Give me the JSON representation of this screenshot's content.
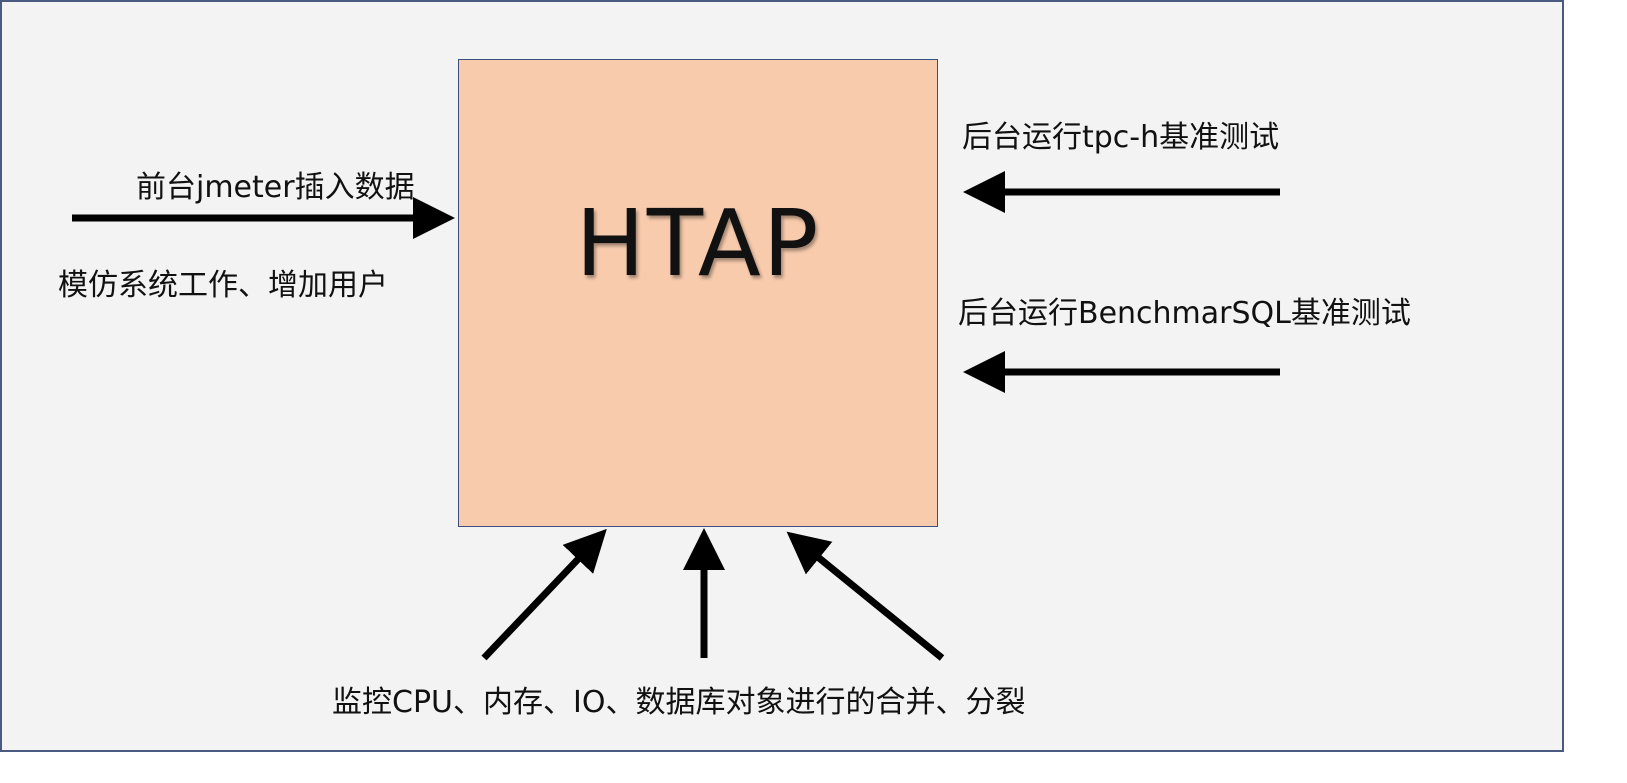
{
  "center": {
    "title": "HTAP",
    "fill_color": "#f8cbad",
    "border_color": "#3d4f7c"
  },
  "inputs": {
    "front_label": "前台jmeter插入数据",
    "simulate_label": "模仿系统工作、增加用户",
    "tpch_label": "后台运行tpc-h基准测试",
    "benchmarksql_label": "后台运行BenchmarSQL基准测试",
    "monitor_label": "监控CPU、内存、IO、数据库对象进行的合并、分裂"
  },
  "colors": {
    "background": "#f3f3f3",
    "frame": "#4a5a80",
    "arrow": "#000000",
    "text": "#111111"
  }
}
